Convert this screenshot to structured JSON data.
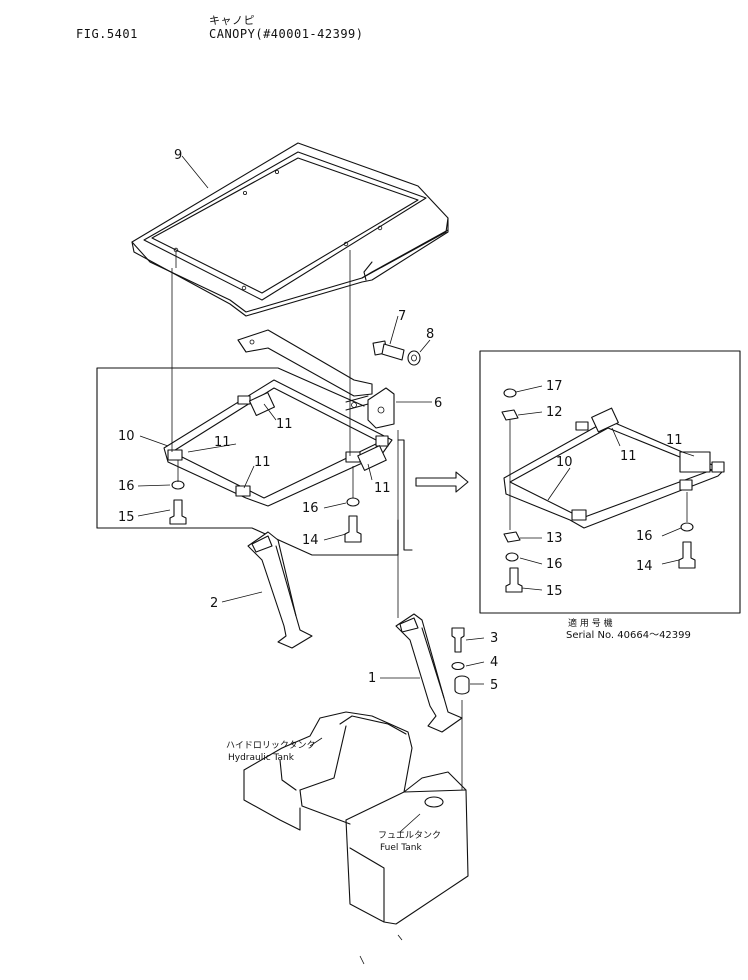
{
  "header": {
    "fig_number": "FIG.5401",
    "title_jp": "キャノピ",
    "title": "CANOPY(#40001-42399)"
  },
  "parts": [
    {
      "id": "1"
    },
    {
      "id": "2"
    },
    {
      "id": "3"
    },
    {
      "id": "4"
    },
    {
      "id": "5"
    },
    {
      "id": "6"
    },
    {
      "id": "7"
    },
    {
      "id": "8"
    },
    {
      "id": "9"
    },
    {
      "id": "10"
    },
    {
      "id": "11"
    },
    {
      "id": "12"
    },
    {
      "id": "13"
    },
    {
      "id": "14"
    },
    {
      "id": "15"
    },
    {
      "id": "16"
    },
    {
      "id": "17"
    }
  ],
  "callouts": {
    "main": [
      "9",
      "7",
      "8",
      "6",
      "10",
      "11",
      "11",
      "11",
      "11",
      "16",
      "15",
      "16",
      "14",
      "2",
      "3",
      "4",
      "5",
      "1"
    ],
    "inset": [
      "17",
      "12",
      "11",
      "11",
      "10",
      "13",
      "16",
      "16",
      "14",
      "15"
    ]
  },
  "notes": {
    "hydraulic_tank_jp": "ハイドロリックタンク",
    "hydraulic_tank": "Hydraulic Tank",
    "fuel_tank_jp": "フュエルタンク",
    "fuel_tank": "Fuel Tank",
    "serial_jp": "適 用 号 機",
    "serial": "Serial No. 40664～42399"
  }
}
